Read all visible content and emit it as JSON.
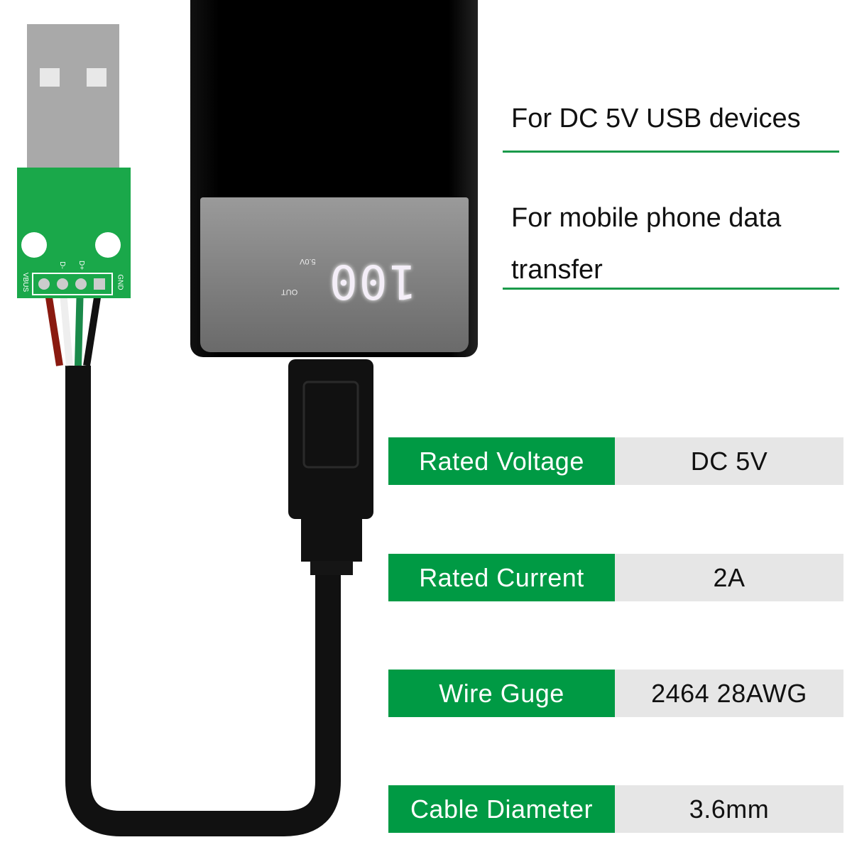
{
  "features": [
    "For DC 5V USB devices",
    "For mobile phone data transfer"
  ],
  "specs": [
    {
      "label": "Rated Voltage",
      "value": "DC 5V"
    },
    {
      "label": "Rated Current",
      "value": "2A"
    },
    {
      "label": "Wire Guge",
      "value": "2464 28AWG"
    },
    {
      "label": "Cable Diameter",
      "value": "3.6mm"
    }
  ],
  "pcb": {
    "pins": [
      "VBUS",
      "D-",
      "D+",
      "GND"
    ]
  },
  "power_bank": {
    "display": "100",
    "voltage": "5.0V",
    "port": "OUT"
  },
  "colors": {
    "accent": "#009a44",
    "value_bg": "#e6e6e6",
    "pcb": "#1aa84a"
  }
}
